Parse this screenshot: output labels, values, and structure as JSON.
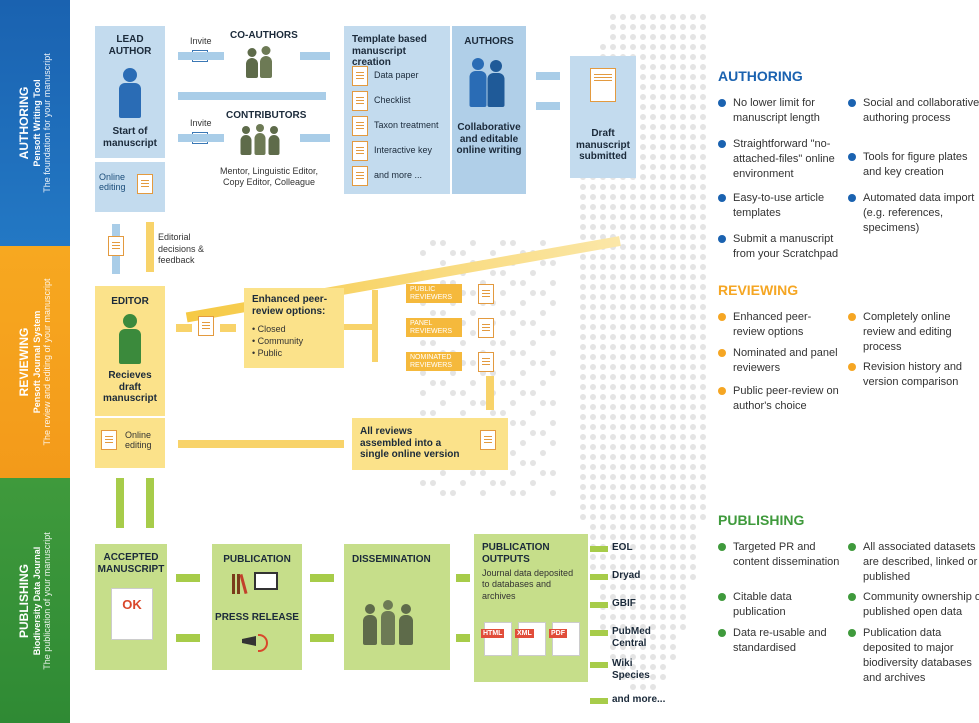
{
  "sidebar": {
    "authoring": {
      "title": "AUTHORING",
      "tool": "Pensoft Writing Tool",
      "tagline": "The foundation for your manuscript",
      "color": "#1a62b0"
    },
    "reviewing": {
      "title": "REVIEWING",
      "tool": "Pensoft Journal System",
      "tagline": "The review and editing of your manuscript",
      "color": "#f5a623"
    },
    "publishing": {
      "title": "PUBLISHING",
      "tool": "Biodiversity Data Journal",
      "tagline": "The publication of your manuscript",
      "color": "#3f9a3c"
    }
  },
  "authoring_flow": {
    "lead_author": "LEAD AUTHOR",
    "start": "Start of manuscript",
    "invite1": "Invite",
    "invite2": "Invite",
    "coauthors": "CO-AUTHORS",
    "contributors": "CONTRIBUTORS",
    "contributors_desc": "Mentor, Linguistic Editor, Copy Editor, Colleague",
    "online_editing": "Online editing",
    "template_title": "Template based manuscript creation",
    "templates": [
      "Data paper",
      "Checklist",
      "Taxon treatment",
      "Interactive key",
      "and more ..."
    ],
    "authors": "AUTHORS",
    "authors_desc": "Collaborative and editable online writing",
    "draft": "Draft manuscript submitted",
    "editorial": "Editorial decisions & feedback"
  },
  "reviewing_flow": {
    "editor": "EDITOR",
    "editor_desc": "Recieves draft manuscript",
    "peer_title": "Enhanced peer-review options:",
    "peer_options": [
      "• Closed",
      "• Community",
      "• Public"
    ],
    "reviewers": [
      "PUBLIC REVIEWERS",
      "PANEL REVIEWERS",
      "NOMINATED REVIEWERS"
    ],
    "assembled": "All reviews assembled into a single online version",
    "online_editing": "Online editing"
  },
  "publishing_flow": {
    "accepted": "ACCEPTED MANUSCRIPT",
    "ok": "OK",
    "publication": "PUBLICATION",
    "press": "PRESS RELEASE",
    "dissemination": "DISSEMINATION",
    "outputs_title": "PUBLICATION OUTPUTS",
    "outputs_desc": "Journal data deposited to databases and archives",
    "formats": [
      "HTML",
      "XML",
      "PDF"
    ],
    "destinations": [
      "EOL",
      "Dryad",
      "GBIF",
      "PubMed Central",
      "Wiki Species",
      "and more..."
    ]
  },
  "right": {
    "authoring": {
      "heading": "AUTHORING",
      "color": "#1a62b0",
      "col1": [
        "No lower limit for manuscript length",
        "Straightforward \"no-attached-files\" online environment",
        "Easy-to-use article templates",
        "Submit a manuscript from your Scratchpad"
      ],
      "col2": [
        "Social and collaborative authoring process",
        "Tools for figure plates and key creation",
        "Automated data import (e.g. references, specimens)"
      ]
    },
    "reviewing": {
      "heading": "REVIEWING",
      "color": "#f5a623",
      "col1": [
        "Enhanced peer-review options",
        "Nominated and panel reviewers",
        "Public peer-review on author's choice"
      ],
      "col2": [
        "Completely online review and editing process",
        "Revision history and version comparison"
      ]
    },
    "publishing": {
      "heading": "PUBLISHING",
      "color": "#3f9a3c",
      "col1": [
        "Targeted PR and content dissemination",
        "Citable data publication",
        "Data re-usable and standardised"
      ],
      "col2": [
        "All associated datasets are described, linked or published",
        "Community ownership of published open data",
        "Publication data deposited to major biodiversity databases and archives"
      ]
    }
  }
}
